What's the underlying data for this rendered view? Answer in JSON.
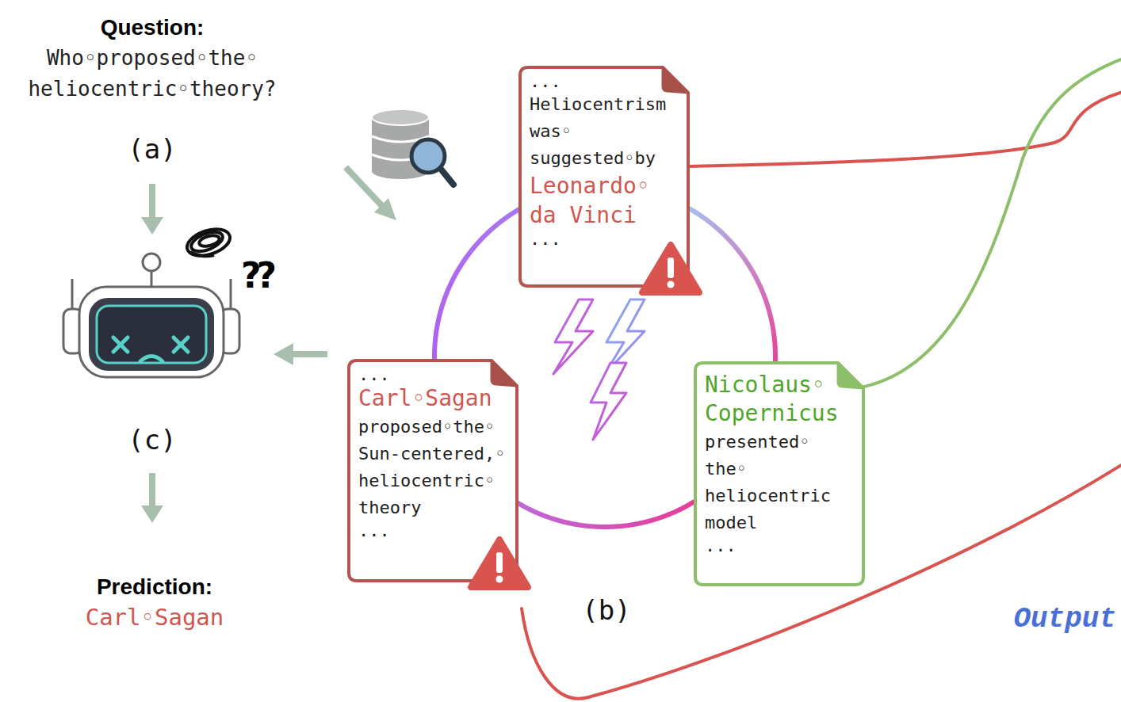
{
  "diagram": {
    "nodes": [
      {
        "text": [
          "...",
          "Heliocentrism was◦ suggested◦by",
          "Leonardo◦ da Vinci",
          "..."
        ]
      },
      {
        "text": [
          "...",
          "Carl◦Sagan",
          "proposed◦the◦ Sun-centered,◦ heliocentric◦ theory",
          "..."
        ]
      },
      {
        "text": [
          "Nicolaus◦ Copernicus",
          "presented◦ the◦ heliocentric model",
          "..."
        ]
      }
    ],
    "edges": [
      {
        "from": 0,
        "to": 1,
        "arrow": "none"
      },
      {
        "from": 0,
        "to": 2,
        "arrow": "none"
      },
      {
        "from": 1,
        "to": 2,
        "arrow": "none"
      }
    ],
    "labels": [
      "Question:",
      "Who◦proposed◦the◦ heliocentric◦theory?",
      "(a)",
      "??",
      "(c)",
      "Prediction:",
      "Carl◦Sagan",
      "(b)",
      "Output"
    ]
  }
}
